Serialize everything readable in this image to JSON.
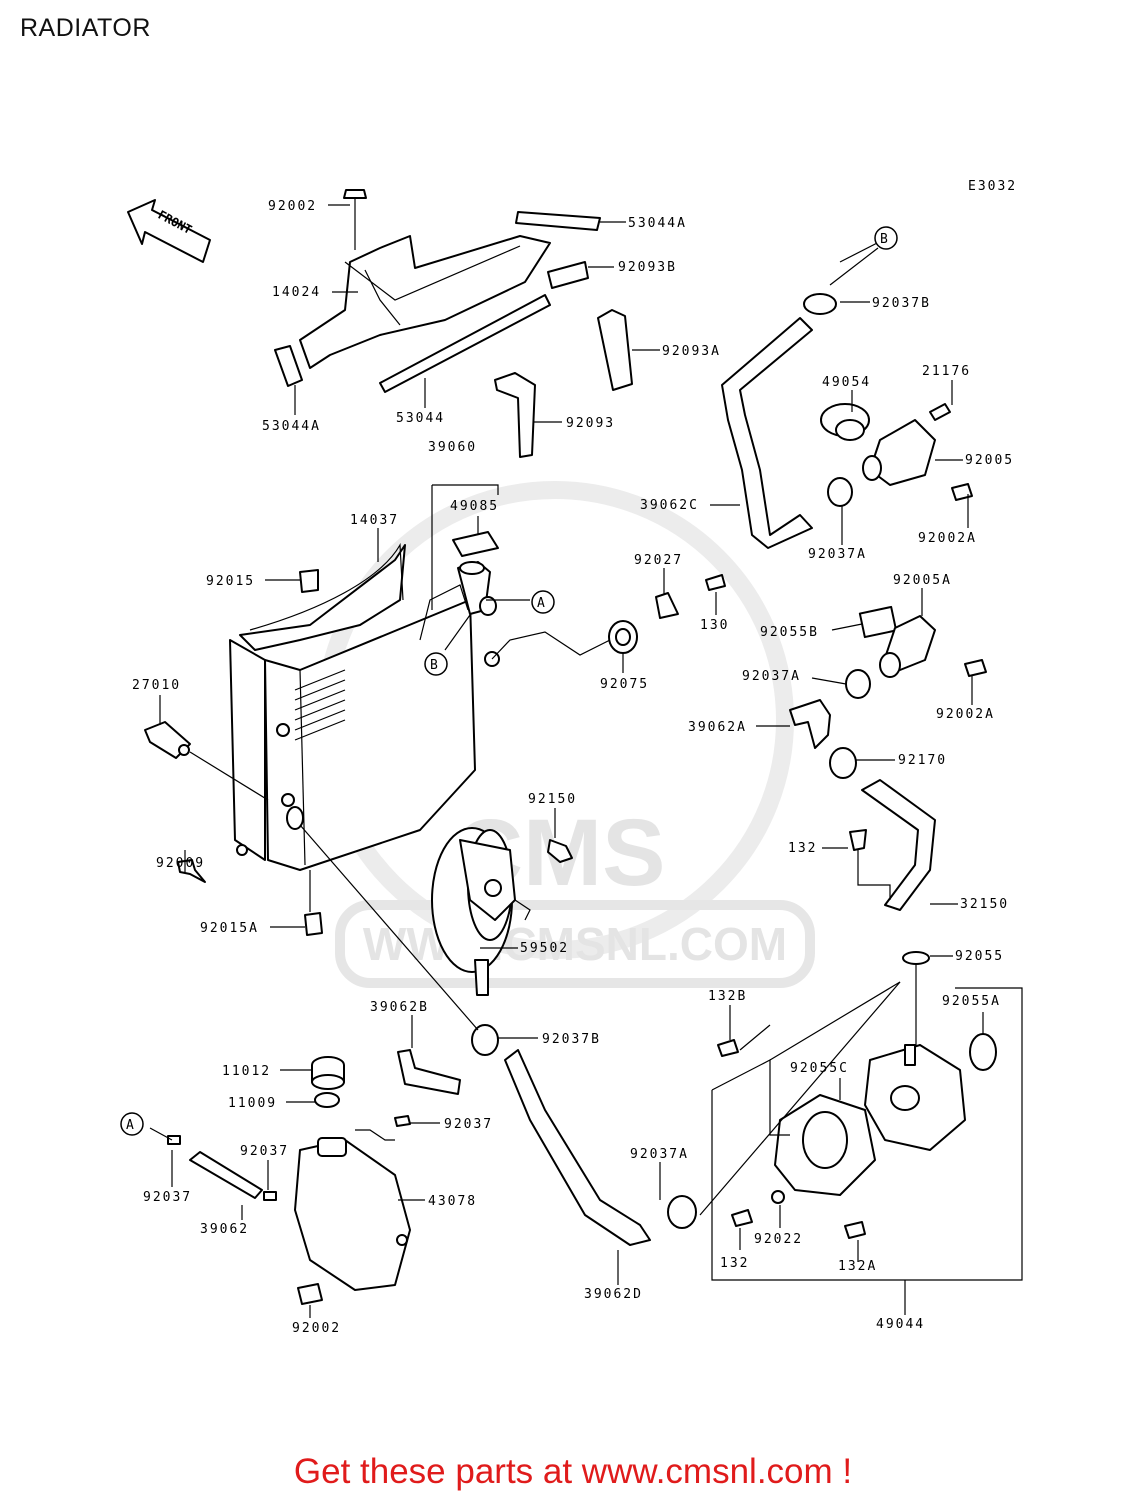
{
  "title": "RADIATOR",
  "diagram_code": "E3032",
  "front_label": "FRONT",
  "watermark": "WWW.CMSNL.COM",
  "watermark_logo": "CMS",
  "footer": "Get these parts at www.cmsnl.com !",
  "callouts": {
    "a": "A",
    "b": "B"
  },
  "labels": {
    "p92002_top": "92002",
    "p53044a_top": "53044A",
    "p92093b": "92093B",
    "p14024": "14024",
    "p92093a": "92093A",
    "p53044a_left": "53044A",
    "p53044": "53044",
    "p92093": "92093",
    "p92037b_top": "92037B",
    "p49054": "49054",
    "p21176": "21176",
    "p92005": "92005",
    "p39062c": "39062C",
    "p92002a_1": "92002A",
    "p92037a_1": "92037A",
    "p39060": "39060",
    "p49085": "49085",
    "p14037": "14037",
    "p92015": "92015",
    "p92027": "92027",
    "p130": "130",
    "p92005a": "92005A",
    "p92055b": "92055B",
    "p92075": "92075",
    "p27010": "27010",
    "p92037a_2": "92037A",
    "p92002a_2": "92002A",
    "p39062a": "39062A",
    "p92170": "92170",
    "p92150": "92150",
    "p132_1": "132",
    "p92009": "92009",
    "p32150": "32150",
    "p92015a": "92015A",
    "p59502": "59502",
    "p92055": "92055",
    "p39062b": "39062B",
    "p132b": "132B",
    "p92055a": "92055A",
    "p92037b_2": "92037B",
    "p11012": "11012",
    "p92055c": "92055C",
    "p11009": "11009",
    "p92037_1": "92037",
    "p92037_2": "92037",
    "p43078": "43078",
    "p92037a_3": "92037A",
    "p92037_3": "92037",
    "p39062": "39062",
    "p92022": "92022",
    "p132_2": "132",
    "p132a": "132A",
    "p92002_bottom": "92002",
    "p39062d": "39062D",
    "p49044": "49044"
  }
}
